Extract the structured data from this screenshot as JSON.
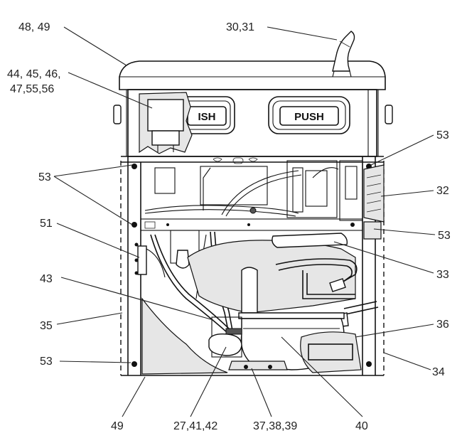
{
  "buttons": {
    "left_push": "ISH",
    "right_push": "PUSH"
  },
  "callouts": [
    {
      "id": "c1",
      "text": "48, 49"
    },
    {
      "id": "c2",
      "text": "30,31"
    },
    {
      "id": "c3a",
      "text": "44, 45, 46,"
    },
    {
      "id": "c3b",
      "text": "47,55,56"
    },
    {
      "id": "c4",
      "text": "53"
    },
    {
      "id": "c5",
      "text": "53"
    },
    {
      "id": "c6",
      "text": "32"
    },
    {
      "id": "c7",
      "text": "51"
    },
    {
      "id": "c8",
      "text": "53"
    },
    {
      "id": "c9",
      "text": "43"
    },
    {
      "id": "c10",
      "text": "33"
    },
    {
      "id": "c11",
      "text": "35"
    },
    {
      "id": "c12",
      "text": "36"
    },
    {
      "id": "c13",
      "text": "53"
    },
    {
      "id": "c14",
      "text": "34"
    },
    {
      "id": "c15",
      "text": "49"
    },
    {
      "id": "c16",
      "text": "27,41,42"
    },
    {
      "id": "c17",
      "text": "37,38,39"
    },
    {
      "id": "c18",
      "text": "40"
    }
  ]
}
